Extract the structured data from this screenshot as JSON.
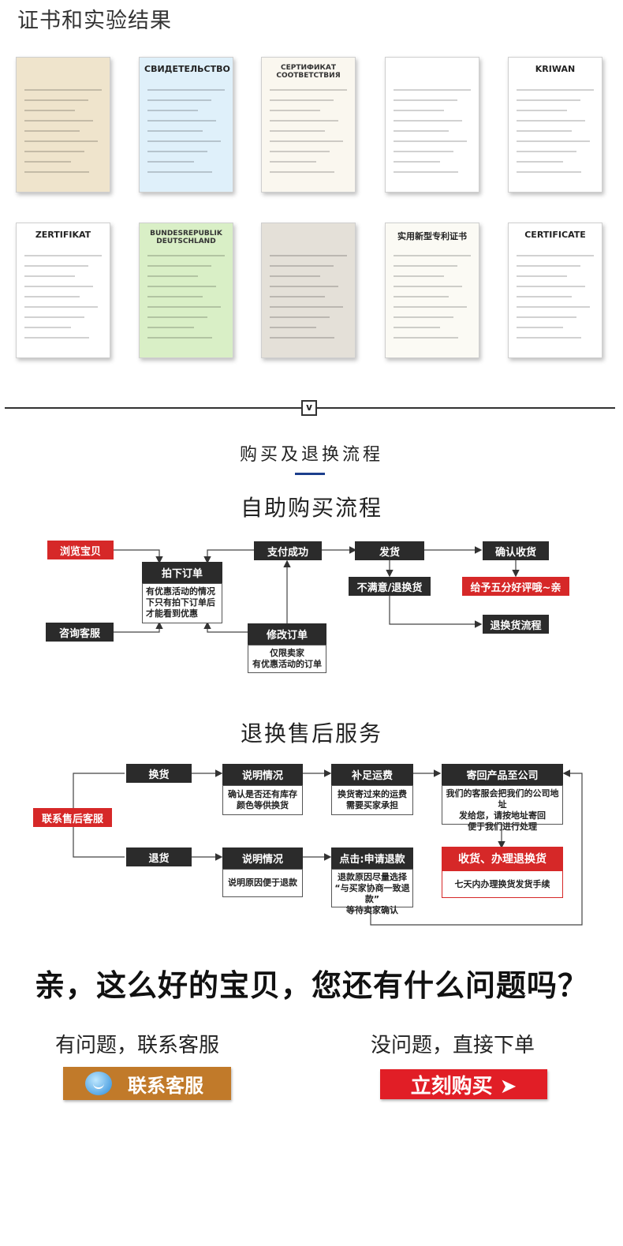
{
  "certificates": {
    "title": "证书和实验结果",
    "items": [
      {
        "heading": "",
        "bg": "#efe4cc"
      },
      {
        "heading": "СВИДЕТЕЛЬСТВО",
        "bg": "#dff0fa"
      },
      {
        "heading": "СЕРТИФИКАТ СООТВЕТСТВИЯ",
        "bg": "#faf7ef"
      },
      {
        "heading": "",
        "bg": "#ffffff"
      },
      {
        "heading": "KRIWAN",
        "bg": "#ffffff"
      },
      {
        "heading": "ZERTIFIKAT",
        "bg": "#ffffff"
      },
      {
        "heading": "BUNDESREPUBLIK DEUTSCHLAND",
        "bg": "#d9efc6"
      },
      {
        "heading": "",
        "bg": "#e4e0d8"
      },
      {
        "heading": "实用新型专利证书",
        "bg": "#fbfaf4"
      },
      {
        "heading": "CERTIFICATE",
        "bg": "#ffffff"
      }
    ]
  },
  "divider": {
    "icon": "v"
  },
  "process": {
    "heading": "购买及退换流程",
    "self_service": {
      "title": "自助购买流程",
      "browse": "浏览宝贝",
      "consult": "咨询客服",
      "place_order": "拍下订单",
      "place_order_note": "有优惠活动的情况下只有拍下订单后才能看到优惠",
      "paid": "支付成功",
      "modify_order": "修改订单",
      "modify_note": "仅限卖家\n有优惠活动的订单",
      "ship": "发货",
      "unsatisfied": "不满意/退换货",
      "confirm": "确认收货",
      "review": "给予五分好评哦~亲",
      "return_flow": "退换货流程"
    },
    "after_sales": {
      "title": "退换售后服务",
      "contact": "联系售后客服",
      "exchange": "换货",
      "refund": "退货",
      "explain1": "说明情况",
      "explain1_note": "确认是否还有库存\n颜色等供换货",
      "postage": "补足运费",
      "postage_note": "换货寄过来的运费\n需要买家承担",
      "send_back": "寄回产品至公司",
      "send_back_note": "我们的客服会把我们的公司地址\n发给您，请按地址寄回\n便于我们进行处理",
      "explain2": "说明情况",
      "explain2_note": "说明原因便于退款",
      "apply": "点击:申请退款",
      "apply_note": "退款原因尽量选择\n“与买家协商一致退款”\n等待卖家确认",
      "receive": "收货、办理退换货",
      "receive_note": "七天内办理换货发货手续"
    }
  },
  "question": {
    "title": "亲，这么好的宝贝，您还有什么问题吗？",
    "has_issue": "有问题，联系客服",
    "no_issue": "没问题，直接下单",
    "contact_button": "联系客服",
    "buy_button": "立刻购买 ➤"
  }
}
